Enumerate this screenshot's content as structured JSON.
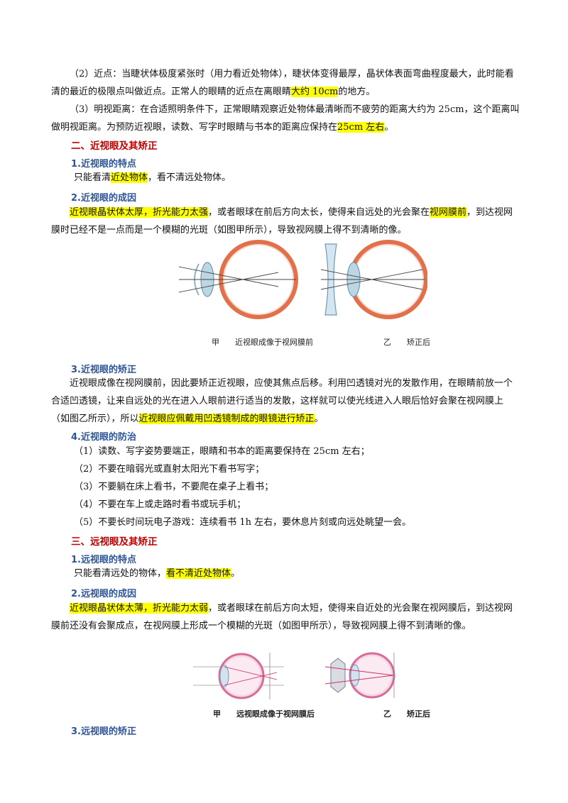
{
  "near_point": {
    "a": "（2）近点：当睫状体极度紧张时（用力看近处物体），睫状体变得最厚，晶状体表面弯曲程度最大，此时能看清的最近的极限点叫做近点。正常人的眼睛的近点在离眼睛",
    "hl": "大约 10cm",
    "b": "的地方。"
  },
  "clear_distance": {
    "a": "（3）明视距离：在合适照明条件下，正常眼睛观察近处物体最清晰而不疲劳的距离大约为 25cm，这个距离叫做明视距离。为预防近视眼，读数、写字时眼睛与书本的距离应保持在",
    "hl": "25cm 左右",
    "b": "。"
  },
  "myopia": {
    "title": "二、近视眼及其矫正",
    "s1": {
      "title": "1.近视眼的特点",
      "a": "只能看清",
      "hl": "近处物体",
      "b": "，看不清远处物体。"
    },
    "s2": {
      "title": "2.近视眼的成因",
      "hl": "近视眼晶状体太厚，折光能力太强",
      "a": "，或者眼球在前后方向太长，使得来自远处的光会聚在",
      "hl2": "视网膜前",
      "b": "，到达视网膜时已经不是一点而是一个模糊的光斑（如图甲所示），导致视网膜上得不到清晰的像。"
    },
    "fig": {
      "cap_a": "甲　　近视眼成像于视网膜前",
      "cap_b": "乙　　矫正后"
    },
    "s3": {
      "title": "3.近视眼的矫正",
      "a": "近视眼成像在视网膜前，因此要矫正近视眼，应使其焦点后移。利用凹透镜对光的发散作用，在眼睛前放一个合适凹透镜，让来自远处的光在进入人眼前进行适当的发散，这样就可以使光线进入人眼后恰好会聚在视网膜上（如图乙所示），所以",
      "hl": "近视眼应佩戴用凹透镜制成的眼镜进行矫正",
      "b": "。"
    },
    "s4": {
      "title": "4.近视眼的防治",
      "items": [
        "（1）读数、写字姿势要端正，眼睛和书本的距离要保持在 25cm 左右；",
        "（2）不要在暗弱光或直射太阳光下看书写字；",
        "（3）不要躺在床上看书，不要爬在桌子上看书；",
        "（4）不要在车上或走路时看书或玩手机；",
        "（5）不要长时间玩电子游戏：连续看书 1h 左右，要休息片刻或向远处眺望一会。"
      ]
    }
  },
  "hyperopia": {
    "title": "三、远视眼及其矫正",
    "s1": {
      "title": "1.远视眼的特点",
      "a": "只能看清远处的物体，",
      "hl": "看不清近处物体",
      "b": "。"
    },
    "s2": {
      "title": "2.远视眼的成因",
      "hl": "近视眼晶状体太薄，折光能力太弱",
      "a": "，或者眼球在前后方向太短，使得来自近处的光会聚在视网膜后，到达视网膜前还没有会聚成点，在视网膜上形成一个模糊的光斑（如图甲所示），导致视网膜上得不到清晰的像。"
    },
    "fig": {
      "cap_a": "甲　　远视眼成像于视网膜后",
      "cap_b": "乙　　矫正后"
    },
    "s3": {
      "title": "3.远视眼的矫正"
    }
  },
  "colors": {
    "heading_red": "#c00000",
    "heading_blue": "#2e5597",
    "highlight": "#ffff00"
  }
}
